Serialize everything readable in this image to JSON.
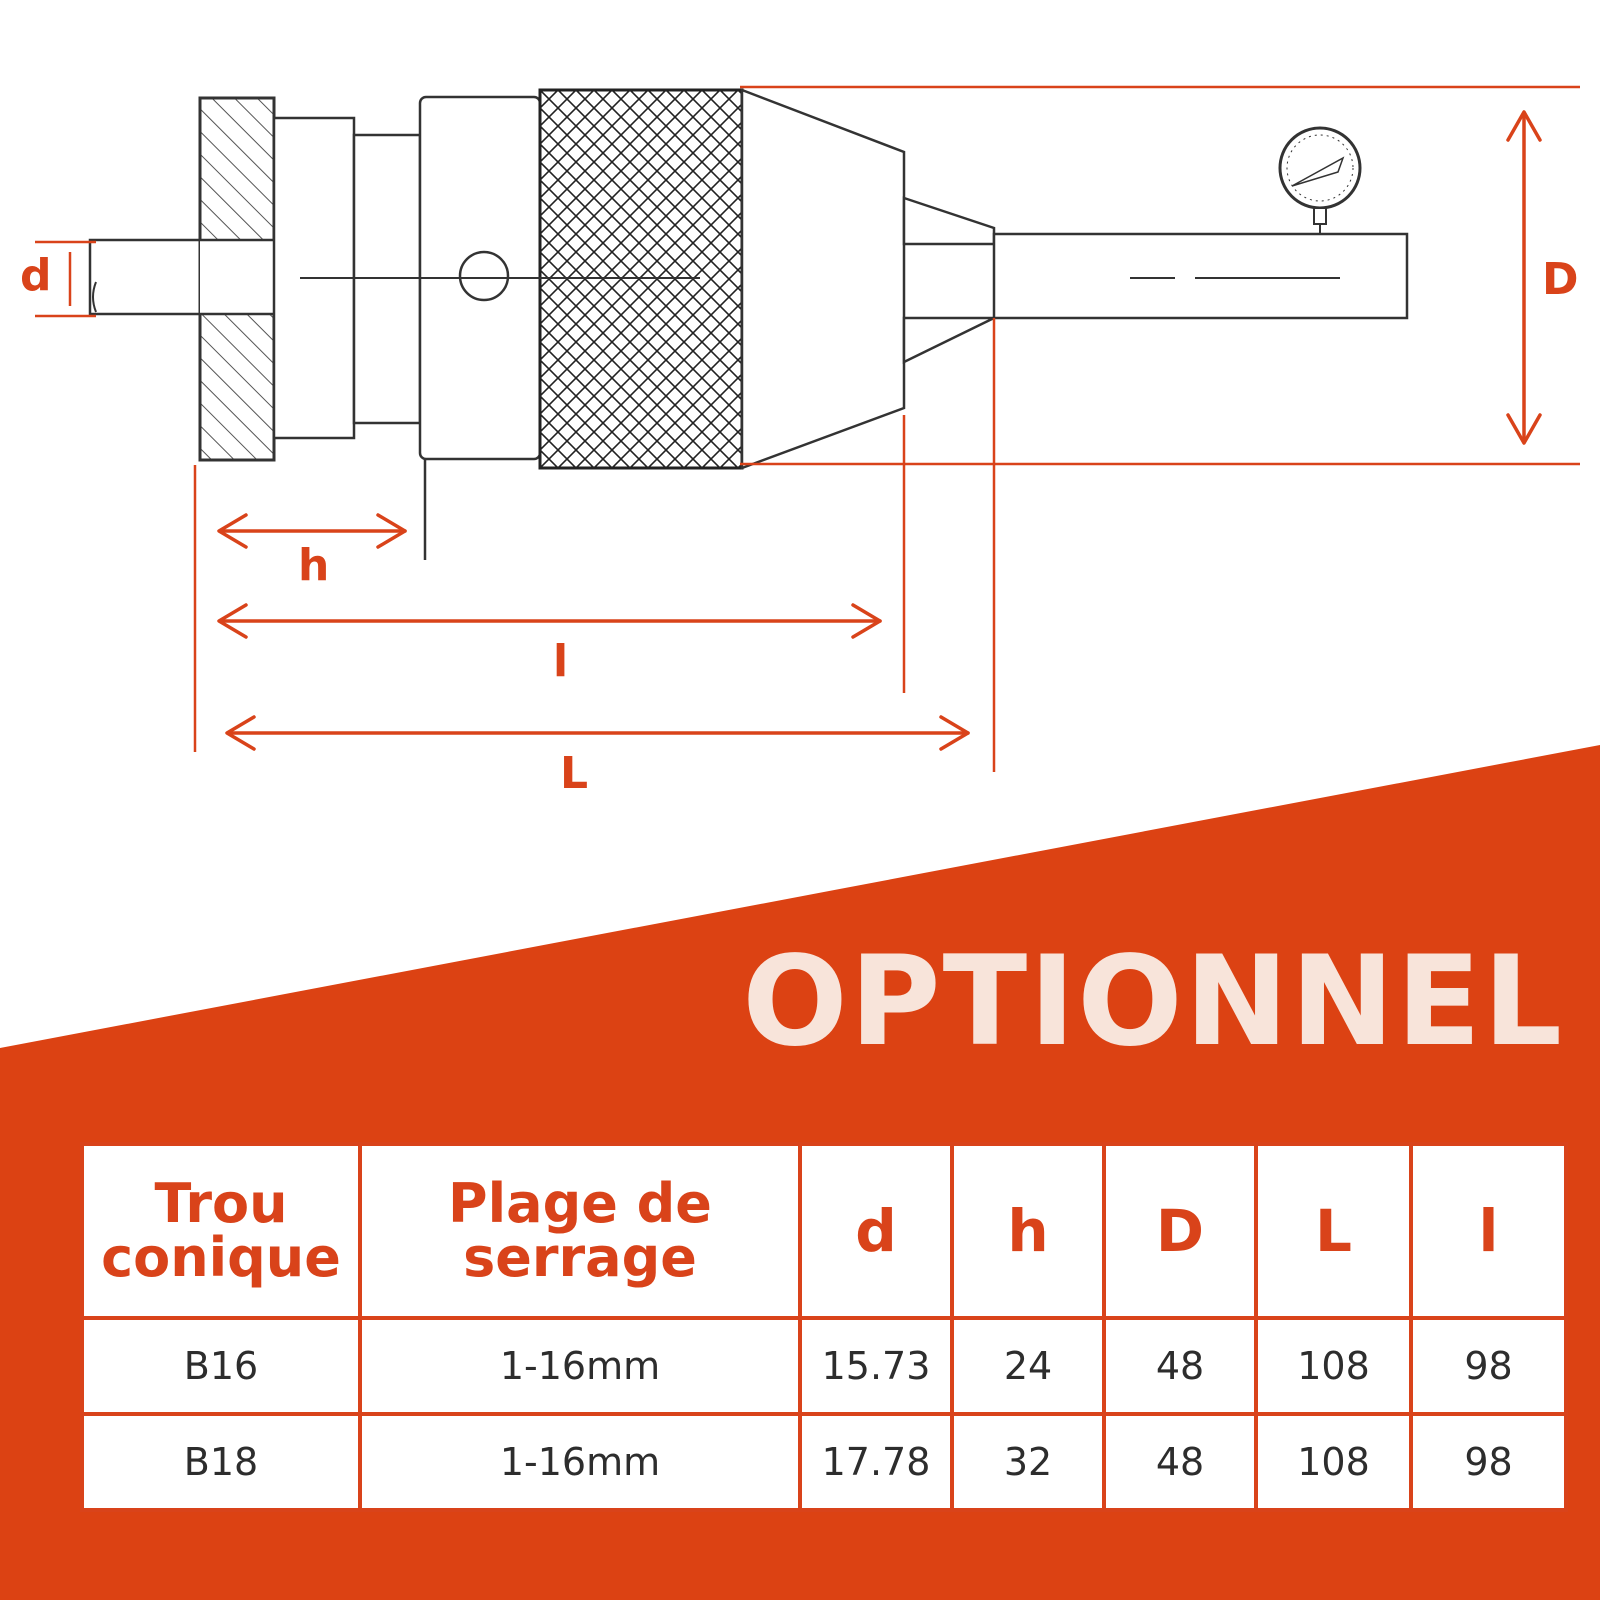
{
  "colors": {
    "accent": "#d9431a",
    "banner_text": "#f8e4da",
    "line": "#333333"
  },
  "diagram": {
    "labels": {
      "d": "d",
      "h": "h",
      "l": "l",
      "L": "L",
      "D": "D"
    },
    "icons": [
      "knurled-sleeve-icon",
      "dial-gauge-icon",
      "hatched-flange-icon"
    ]
  },
  "banner": {
    "text": "OPTIONNEL"
  },
  "table": {
    "headers": [
      {
        "line1": "Trou",
        "line2": "conique"
      },
      {
        "line1": "Plage de",
        "line2": "serrage"
      },
      {
        "line1": "d",
        "line2": ""
      },
      {
        "line1": "h",
        "line2": ""
      },
      {
        "line1": "D",
        "line2": ""
      },
      {
        "line1": "L",
        "line2": ""
      },
      {
        "line1": "l",
        "line2": ""
      }
    ],
    "rows": [
      [
        "B16",
        "1-16mm",
        "15.73",
        "24",
        "48",
        "108",
        "98"
      ],
      [
        "B18",
        "1-16mm",
        "17.78",
        "32",
        "48",
        "108",
        "98"
      ]
    ]
  }
}
